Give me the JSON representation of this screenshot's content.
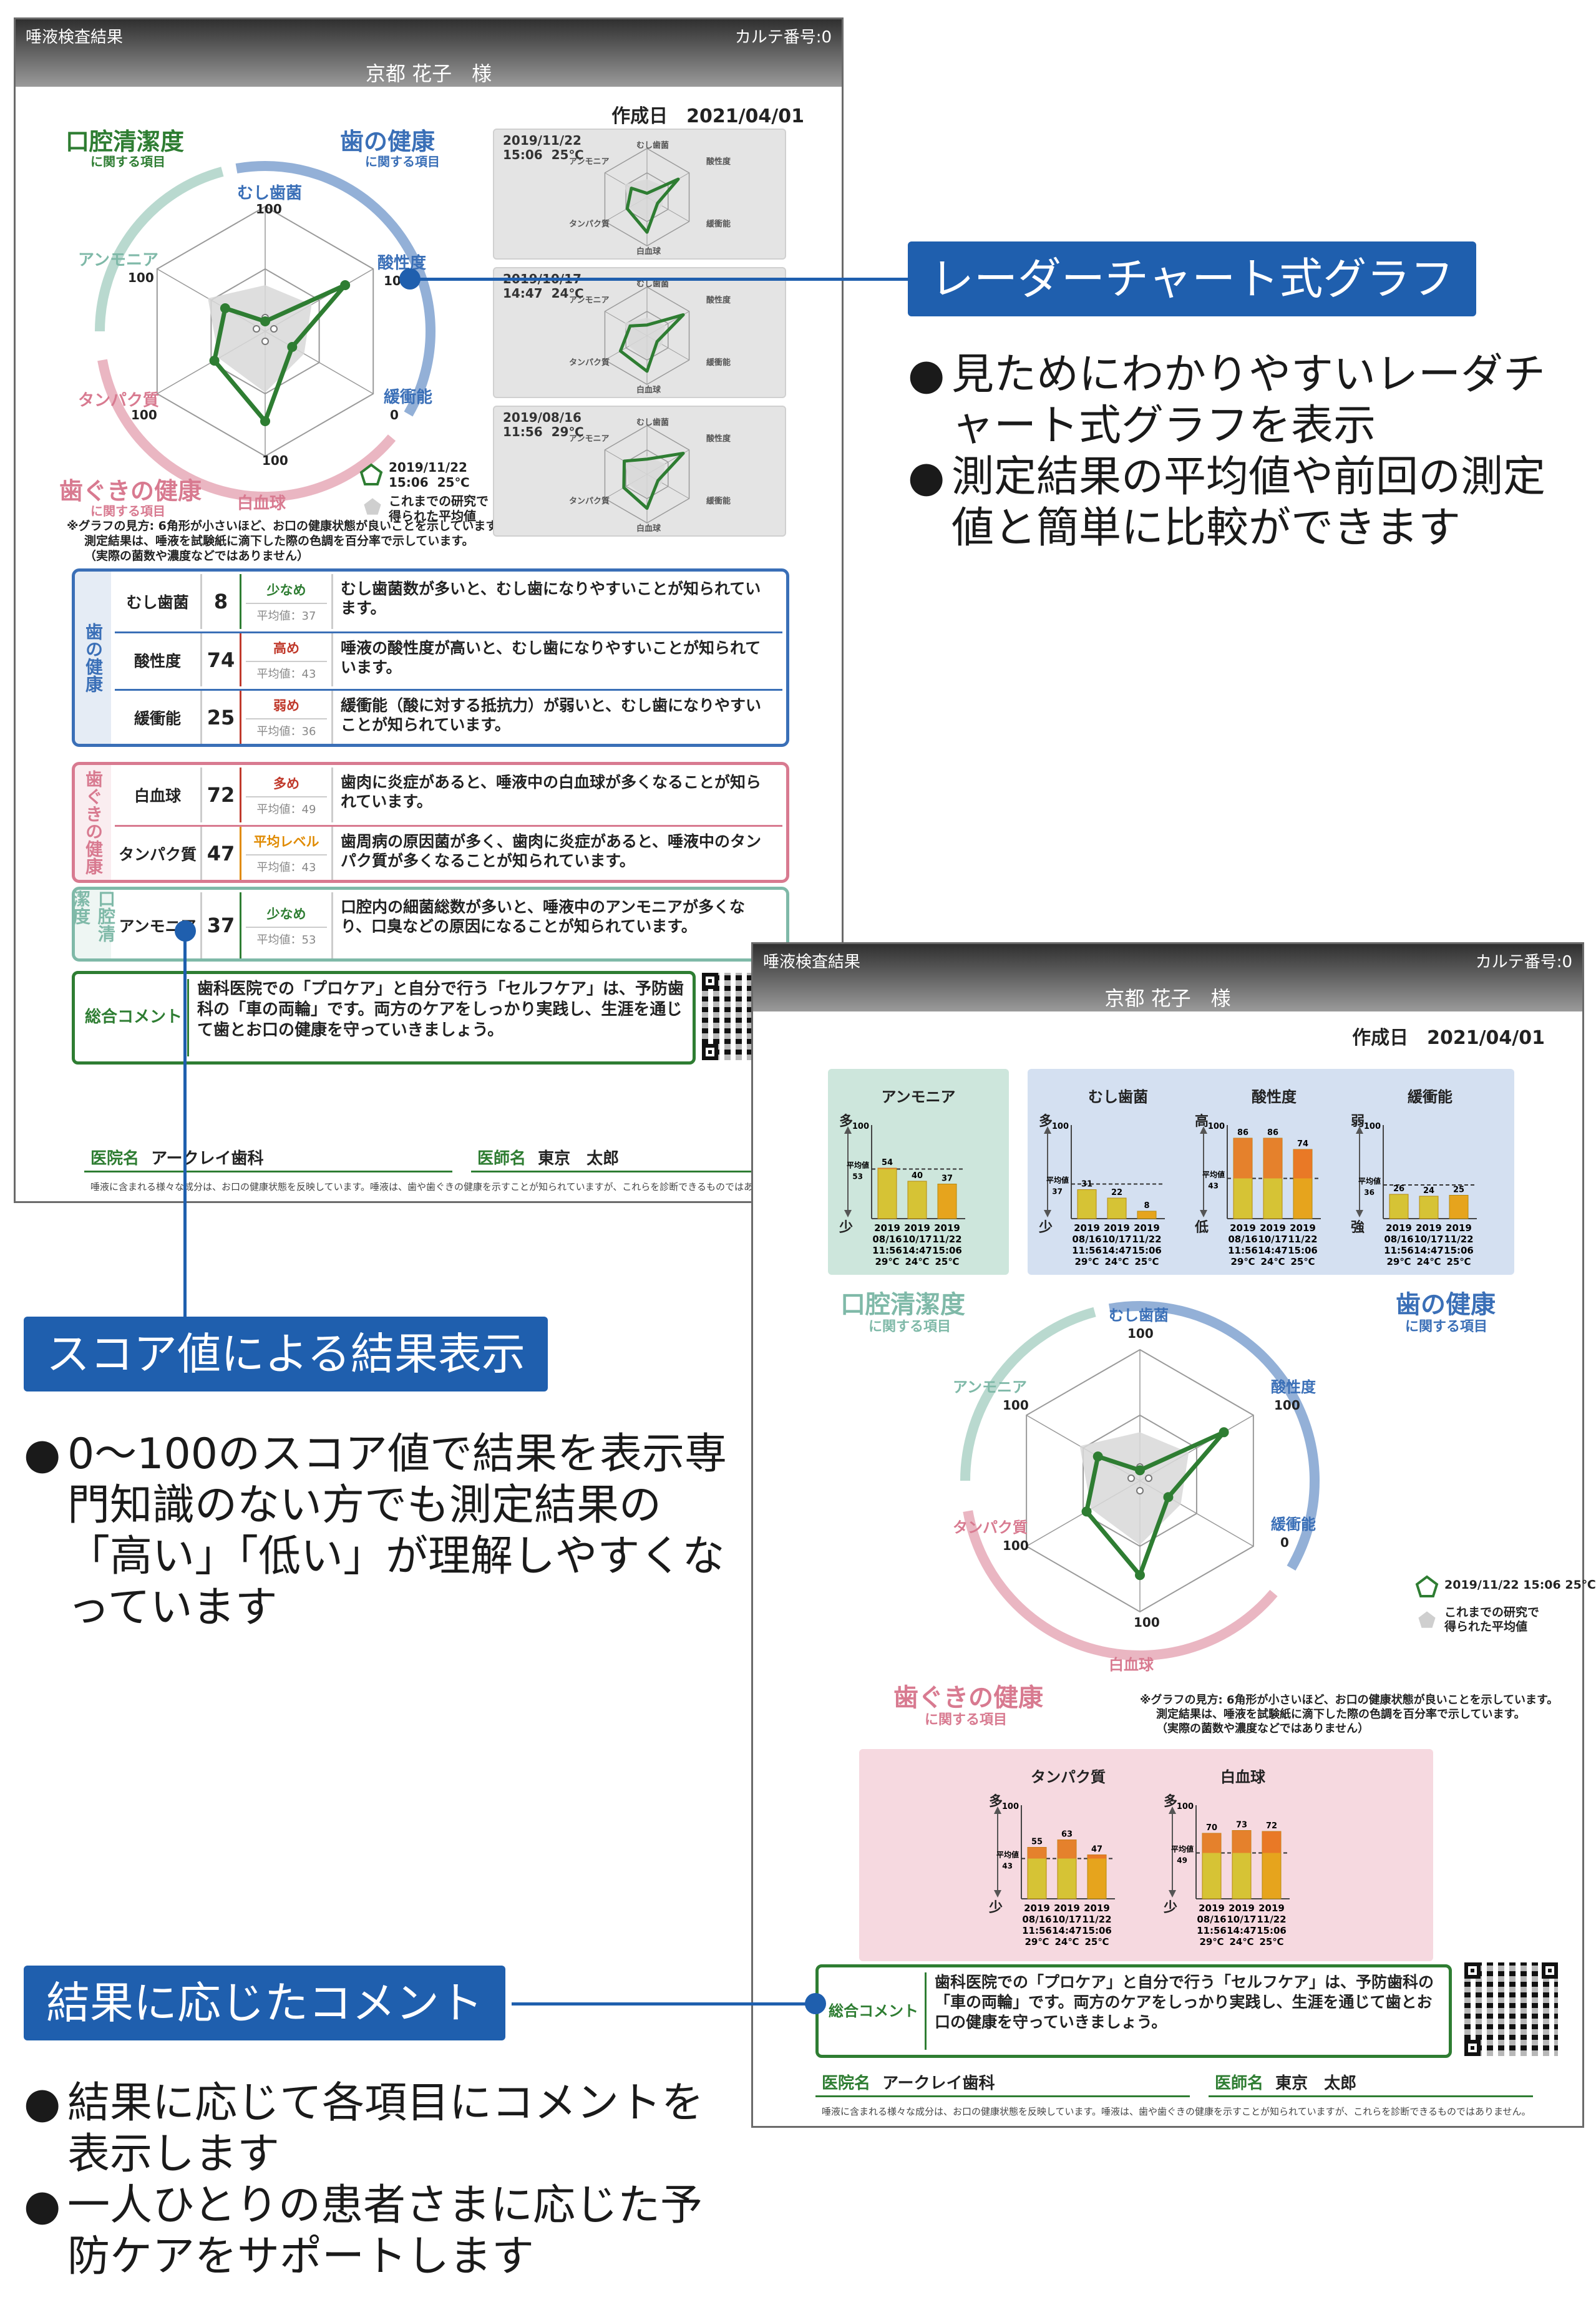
{
  "report": {
    "header_title": "唾液検査結果",
    "chart_number": "カルテ番号:0",
    "patient_name": "京都 花子　様",
    "created": "作成日　2021/04/01",
    "categories": {
      "cleanliness": {
        "title": "口腔清潔度",
        "sub": "に関する項目"
      },
      "teeth": {
        "title": "歯の健康",
        "sub": "に関する項目"
      },
      "gums": {
        "title": "歯ぐきの健康",
        "sub": "に関する項目"
      }
    },
    "radar": {
      "axes": [
        {
          "label": "むし歯菌",
          "max": "100",
          "value": 8,
          "average": 37
        },
        {
          "label": "酸性度",
          "max": "100",
          "value": 74,
          "average": 43
        },
        {
          "label": "緩衝能",
          "max": "0",
          "value": 25,
          "average": 36
        },
        {
          "label": "白血球",
          "max": "100",
          "value": 72,
          "average": 49
        },
        {
          "label": "タンパク質",
          "max": "100",
          "value": 47,
          "average": 43
        },
        {
          "label": "アンモニア",
          "max": "100",
          "value": 37,
          "average": 53
        }
      ],
      "legend_current": "2019/11/22\n15:06  25℃",
      "legend_current_inline": "2019/11/22 15:06  25℃",
      "legend_average": "これまでの研究で\n得られた平均値",
      "note_line1": "※グラフの見方:  6角形が小さいほど、お口の健康状態が良いことを示しています。",
      "note_line2": "測定結果は、唾液を試験紙に滴下した際の色調を百分率で示しています。",
      "note_line3": "（実際の菌数や濃度などではありません）"
    },
    "history": [
      {
        "stamp": "2019/11/22\n15:06  25℃",
        "values": [
          8,
          74,
          25,
          72,
          47,
          37
        ]
      },
      {
        "stamp": "2019/10/17\n14:47  24℃",
        "values": [
          22,
          86,
          24,
          73,
          63,
          40
        ]
      },
      {
        "stamp": "2019/08/16\n11:56  29℃",
        "values": [
          31,
          86,
          26,
          70,
          55,
          54
        ]
      }
    ],
    "table_groups": [
      {
        "side": "歯の健康",
        "side_small": "に関する項目",
        "color": "#3a6fb7",
        "rows": [
          {
            "name": "むし歯菌",
            "score": "8",
            "level": "少なめ",
            "level_color": "#2e7d32",
            "avg": "平均値：37",
            "desc": "むし歯菌数が多いと、むし歯になりやすいことが知られています。"
          },
          {
            "name": "酸性度",
            "score": "74",
            "level": "高め",
            "level_color": "#c0392b",
            "avg": "平均値：43",
            "desc": "唾液の酸性度が高いと、むし歯になりやすいことが知られています。"
          },
          {
            "name": "緩衝能",
            "score": "25",
            "level": "弱め",
            "level_color": "#c0392b",
            "avg": "平均値：36",
            "desc": "緩衝能（酸に対する抵抗力）が弱いと、むし歯になりやすいことが知られています。"
          }
        ]
      },
      {
        "side": "歯ぐきの健康",
        "side_small": "に関する項目",
        "color": "#d87a90",
        "rows": [
          {
            "name": "白血球",
            "score": "72",
            "level": "多め",
            "level_color": "#c0392b",
            "avg": "平均値：49",
            "desc": "歯肉に炎症があると、唾液中の白血球が多くなることが知られています。"
          },
          {
            "name": "タンパク質",
            "score": "47",
            "level": "平均レベル",
            "level_color": "#e08a00",
            "avg": "平均値：43",
            "desc": "歯周病の原因菌が多く、歯肉に炎症があると、唾液中のタンパク質が多くなることが知られています。"
          }
        ]
      },
      {
        "side": "口腔清潔度",
        "side_small": "に関する項目",
        "color": "#7fb9a8",
        "rows": [
          {
            "name": "アンモニア",
            "score": "37",
            "level": "少なめ",
            "level_color": "#2e7d32",
            "avg": "平均値：53",
            "desc": "口腔内の細菌総数が多いと、唾液中のアンモニアが多くなり、口臭などの原因になることが知られています。"
          }
        ]
      }
    ],
    "comment_label": "総合コメント",
    "comment": "歯科医院での「プロケア」と自分で行う「セルフケア」は、予防歯科の「車の両輪」です。両方のケアをしっかり実践し、生涯を通じて歯とお口の健康を守っていきましょう。",
    "clinic_label": "医院名",
    "clinic": "アークレイ歯科",
    "doctor_label": "医師名",
    "doctor": "東京　太郎",
    "disclaimer": "唾液に含まれる様々な成分は、お口の健康状態を反映しています。唾液は、歯や歯ぐきの健康を示すことが知られていますが、これらを診断できるものではありません。"
  },
  "bar_panels": {
    "dates": [
      "2019\n08/16\n11:56\n29℃",
      "2019\n10/17\n14:47\n24℃",
      "2019\n11/22\n15:06\n25℃"
    ],
    "charts": [
      {
        "title": "アンモニア",
        "top": "多",
        "bottom": "少",
        "avg_label": "平均値",
        "avg": 53,
        "values": [
          54,
          40,
          37
        ]
      },
      {
        "title": "むし歯菌",
        "top": "多",
        "bottom": "少",
        "avg_label": "平均値",
        "avg": 37,
        "values": [
          31,
          22,
          8
        ]
      },
      {
        "title": "酸性度",
        "top": "高",
        "bottom": "低",
        "avg_label": "平均値",
        "avg": 43,
        "values": [
          86,
          86,
          74
        ]
      },
      {
        "title": "緩衝能",
        "top": "弱",
        "bottom": "強",
        "avg_label": "平均値",
        "avg": 36,
        "values": [
          26,
          24,
          25
        ]
      },
      {
        "title": "タンパク質",
        "top": "多",
        "bottom": "少",
        "avg_label": "平均値",
        "avg": 43,
        "values": [
          55,
          63,
          47
        ]
      },
      {
        "title": "白血球",
        "top": "多",
        "bottom": "少",
        "avg_label": "平均値",
        "avg": 49,
        "values": [
          70,
          73,
          72
        ]
      }
    ]
  },
  "callouts": {
    "radar": {
      "label": "レーダーチャート式グラフ",
      "bullets": [
        "見ためにわかりやすいレーダチャート式グラフを表示",
        "測定結果の平均値や前回の測定値と簡単に比較ができます"
      ]
    },
    "score": {
      "label": "スコア値による結果表示",
      "bullets": [
        "0〜100のスコア値で結果を表示専門知識のない方でも測定結果の「高い」「低い」が理解しやすくなっています"
      ]
    },
    "comment": {
      "label": "結果に応じたコメント",
      "bullets": [
        "結果に応じて各項目にコメントを表示します",
        "一人ひとりの患者さまに応じた予防ケアをサポートします"
      ]
    }
  },
  "colors": {
    "blue": "#3a6fb7",
    "green": "#2e7d32",
    "pink": "#d87a90",
    "teal": "#7fb9a8",
    "callout": "#1f5fae"
  }
}
